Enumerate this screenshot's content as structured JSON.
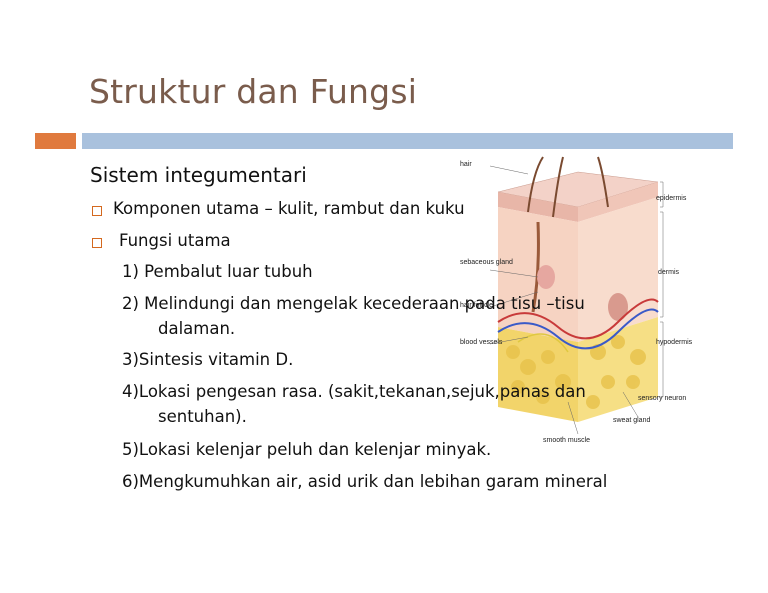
{
  "slide": {
    "title": "Struktur dan Fungsi",
    "subtitle": "Sistem integumentari",
    "bullets": [
      "Komponen utama – kulit, rambut dan kuku",
      "Fungsi utama"
    ],
    "items": [
      "1) Pembalut luar tubuh",
      "2) Melindungi dan mengelak kecederaan pada tisu –tisu",
      "dalaman.",
      "3)Sintesis vitamin D.",
      "4)Lokasi pengesan rasa. (sakit,tekanan,sejuk,panas dan",
      "sentuhan).",
      "5)Lokasi kelenjar peluh dan kelenjar minyak.",
      "6)Mengkumuhkan air, asid urik dan lebihan  garam mineral"
    ],
    "figure_labels": {
      "hair": "hair",
      "epidermis": "epidermis",
      "sebaceous_gland": "sebaceous gland",
      "dermis": "dermis",
      "hair_follicle": "hair follicle",
      "blood_vessels": "blood vessels",
      "hypodermis": "hypodermis",
      "sensory_neuron": "sensory neuron",
      "sweat_gland": "sweat gland",
      "smooth_muscle": "smooth muscle"
    },
    "colors": {
      "title": "#7a5c4c",
      "accent_bar": "#e07a3e",
      "main_bar": "#a9c1dd",
      "bullet": "#d4691f"
    }
  }
}
